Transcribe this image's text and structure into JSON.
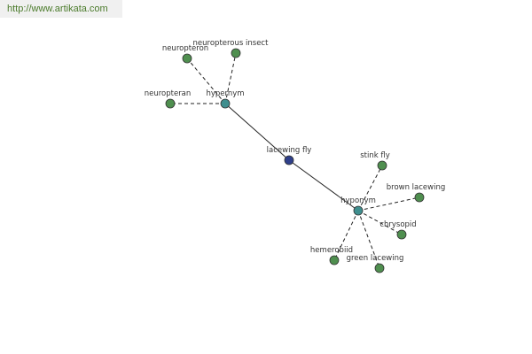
{
  "watermark": "http://www.artikata.com",
  "colors": {
    "center": "#2f3f8a",
    "hub": "#3f8f8f",
    "leaf": "#4f8f4f"
  },
  "nodes": [
    {
      "id": "center",
      "label": "lacewing fly",
      "kind": "center"
    },
    {
      "id": "hypernym",
      "label": "hypernym",
      "kind": "hub"
    },
    {
      "id": "hyponym",
      "label": "hyponym",
      "kind": "hub"
    },
    {
      "id": "neuropteron",
      "label": "neuropteron",
      "kind": "leaf"
    },
    {
      "id": "neuropterous_insect",
      "label": "neuropterous insect",
      "kind": "leaf"
    },
    {
      "id": "neuropteran",
      "label": "neuropteran",
      "kind": "leaf"
    },
    {
      "id": "stink_fly",
      "label": "stink fly",
      "kind": "leaf"
    },
    {
      "id": "brown_lacewing",
      "label": "brown lacewing",
      "kind": "leaf"
    },
    {
      "id": "chrysopid",
      "label": "chrysopid",
      "kind": "leaf"
    },
    {
      "id": "hemerobiid",
      "label": "hemerobiid",
      "kind": "leaf"
    },
    {
      "id": "green_lacewing",
      "label": "green lacewing",
      "kind": "leaf"
    }
  ],
  "edges": [
    {
      "from": "center",
      "to": "hypernym",
      "style": "solid"
    },
    {
      "from": "center",
      "to": "hyponym",
      "style": "solid"
    },
    {
      "from": "hypernym",
      "to": "neuropteron",
      "style": "dashed"
    },
    {
      "from": "hypernym",
      "to": "neuropterous_insect",
      "style": "dashed"
    },
    {
      "from": "hypernym",
      "to": "neuropteran",
      "style": "dashed"
    },
    {
      "from": "hyponym",
      "to": "stink_fly",
      "style": "dashed"
    },
    {
      "from": "hyponym",
      "to": "brown_lacewing",
      "style": "dashed"
    },
    {
      "from": "hyponym",
      "to": "chrysopid",
      "style": "dashed"
    },
    {
      "from": "hyponym",
      "to": "hemerobiid",
      "style": "dashed"
    },
    {
      "from": "hyponym",
      "to": "green_lacewing",
      "style": "dashed"
    }
  ]
}
